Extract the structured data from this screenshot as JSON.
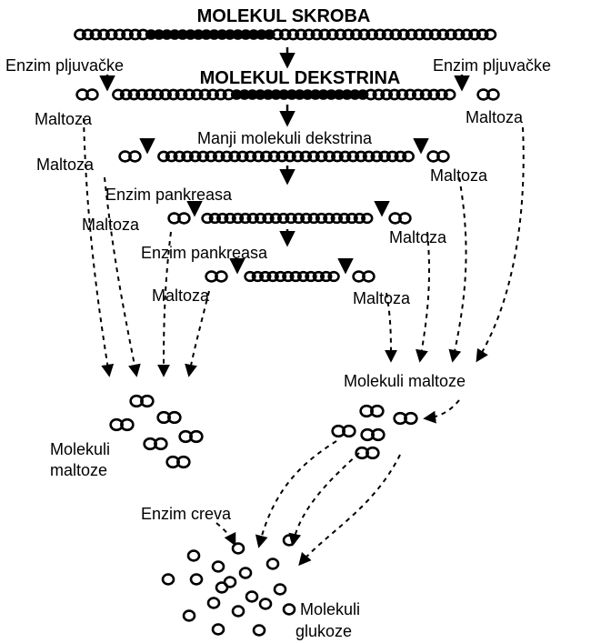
{
  "labels": {
    "starch_molecule": "MOLEKUL SKROBA",
    "dextrin_molecule": "MOLEKUL DEKSTRINA",
    "smaller_dextrins": "Manji molekuli dekstrina",
    "salivary_enzyme_left": "Enzim pljuvačke",
    "salivary_enzyme_right": "Enzim pljuvačke",
    "pancreatic_enzyme_1": "Enzim pankreasa",
    "pancreatic_enzyme_2": "Enzim pankreasa",
    "intestinal_enzyme": "Enzim creva",
    "maltose": "Maltoza",
    "maltose_molecules_right": "Molekuli maltoze",
    "maltose_molecules_left_line1": "Molekuli",
    "maltose_molecules_left_line2": "maltoze",
    "glucose_molecules_line1": "Molekuli",
    "glucose_molecules_line2": "glukoze"
  }
}
